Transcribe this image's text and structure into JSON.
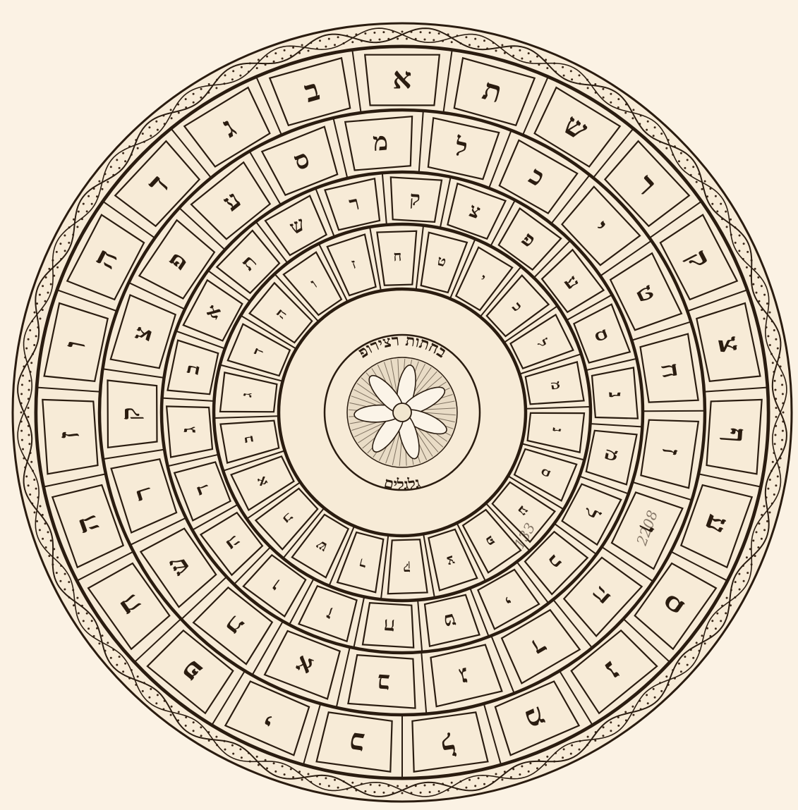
{
  "diagram": {
    "palette": {
      "paper": "#f7ebd7",
      "ink": "#2a1c10",
      "border_dots": "#3a2718"
    },
    "rings": [
      {
        "name": "outer-ring",
        "letters": [
          "א",
          "ת",
          "ש",
          "ר",
          "ק",
          "צ",
          "ף",
          "ע",
          "ס",
          "נ",
          "מ",
          "ל",
          "כ",
          "י",
          "פ",
          "ח",
          "ה",
          "ז",
          "ו",
          "ה",
          "ד",
          "ג",
          "ב"
        ]
      },
      {
        "name": "second-ring",
        "letters": [
          "מ",
          "ל",
          "כ",
          "י",
          "ט",
          "ח",
          "ז",
          "ו",
          "ה",
          "ד",
          "ג",
          "ב",
          "א",
          "ת",
          "ש",
          "ר",
          "ק",
          "צ",
          "פ",
          "ע",
          "ס"
        ]
      },
      {
        "name": "third-ring",
        "letters": [
          "ק",
          "צ",
          "פ",
          "ע",
          "ס",
          "נ",
          "מ",
          "ל",
          "כ",
          "י",
          "ט",
          "ח",
          "ז",
          "ו",
          "ה",
          "ד",
          "ג",
          "ב",
          "א",
          "ת",
          "ש",
          "ר"
        ]
      },
      {
        "name": "inner-ring",
        "letters": [
          "ח",
          "ט",
          "י",
          "כ",
          "ל",
          "מ",
          "נ",
          "ס",
          "ע",
          "פ",
          "צ",
          "ק",
          "ר",
          "ש",
          "ת",
          "א",
          "ב",
          "ג",
          "ד",
          "ה",
          "ו",
          "ז"
        ]
      }
    ],
    "center": {
      "inscription_top": "בחתות רצירופ",
      "inscription_bottom": "גלגלים"
    },
    "margin_notes": [
      "133",
      "2208"
    ]
  }
}
